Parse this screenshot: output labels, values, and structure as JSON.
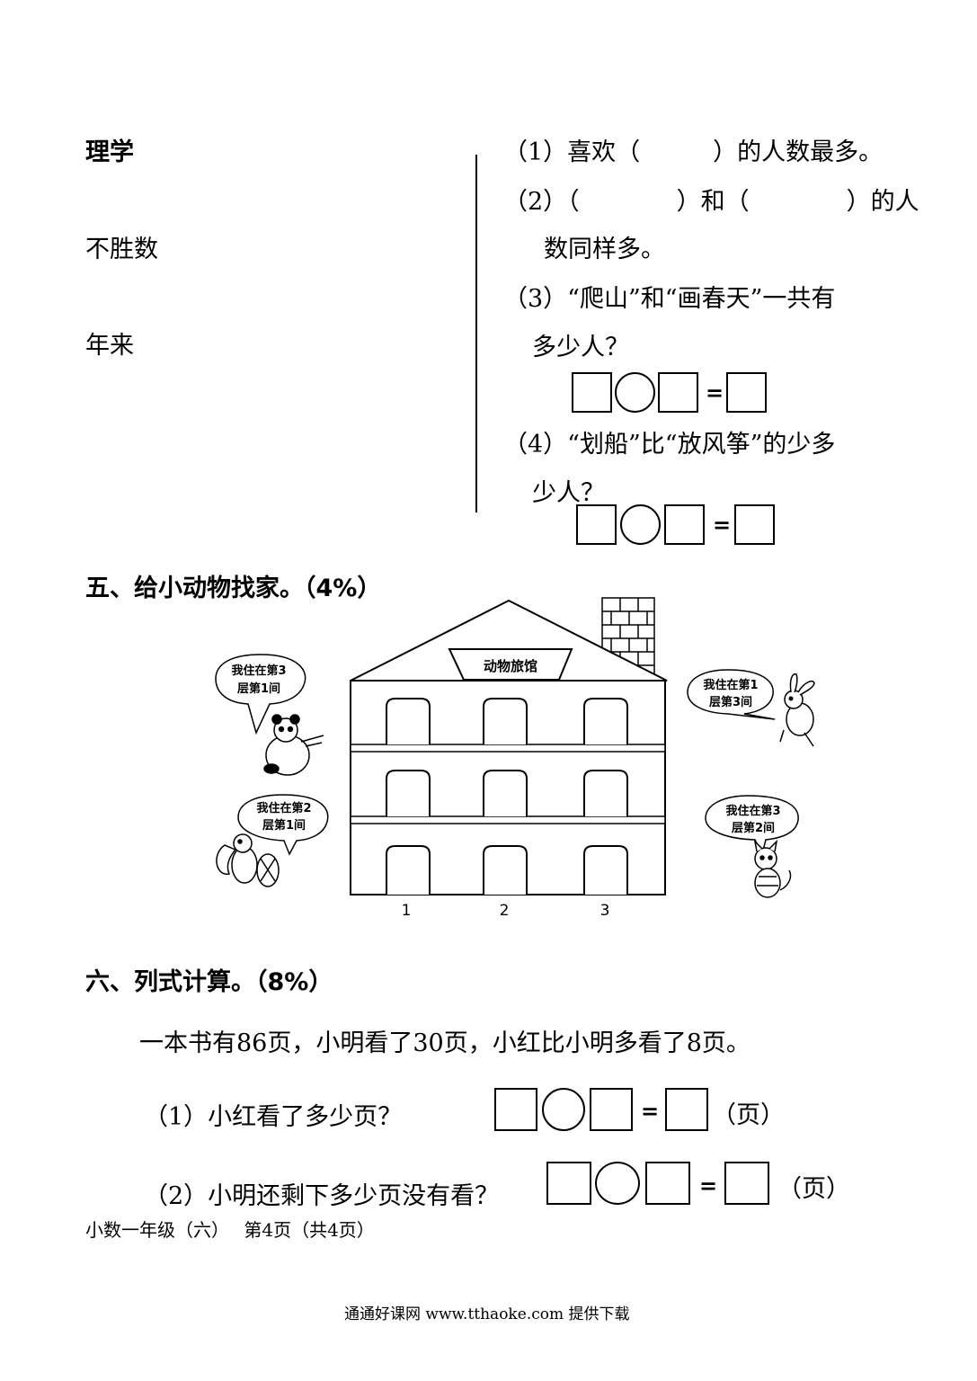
{
  "left_column": {
    "line1": "理学",
    "line2": "不胜数",
    "line3": "年来"
  },
  "questions_four": {
    "q1": "（1）喜欢（　　　）的人数最多。",
    "q2_a": "（2）（　　　　）和（　　　　）的人",
    "q2_b": "数同样多。",
    "q3_a": "（3）“爬山”和“画春天”一共有",
    "q3_b": "多少人？",
    "q4_a": "（4）“划船”比“放风筝”的少多",
    "q4_b": "少人？",
    "equals": "="
  },
  "section5": {
    "title": "五、给小动物找家。（4%）",
    "building_sign": "动物旅馆",
    "column_numbers": [
      "1",
      "2",
      "3"
    ],
    "bubbles": [
      {
        "line1": "我住在第3",
        "line2": "层第1间",
        "animal": "panda"
      },
      {
        "line1": "我住在第2",
        "line2": "层第1间",
        "animal": "squirrel"
      },
      {
        "line1": "我住在第1",
        "line2": "层第3间",
        "animal": "rabbit"
      },
      {
        "line1": "我住在第3",
        "line2": "层第2间",
        "animal": "cat"
      }
    ]
  },
  "section6": {
    "title": "六、列式计算。（8%）",
    "problem": "一本书有86页，小明看了30页，小红比小明多看了8页。",
    "q1": "（1）小红看了多少页？",
    "q2": "（2）小明还剩下多少页没有看？",
    "unit": "（页）",
    "equals": "="
  },
  "footer": {
    "page_info": "小数一年级（六）　 第4页（共4页）",
    "source": "通通好课网 www.tthaoke.com 提供下载"
  }
}
